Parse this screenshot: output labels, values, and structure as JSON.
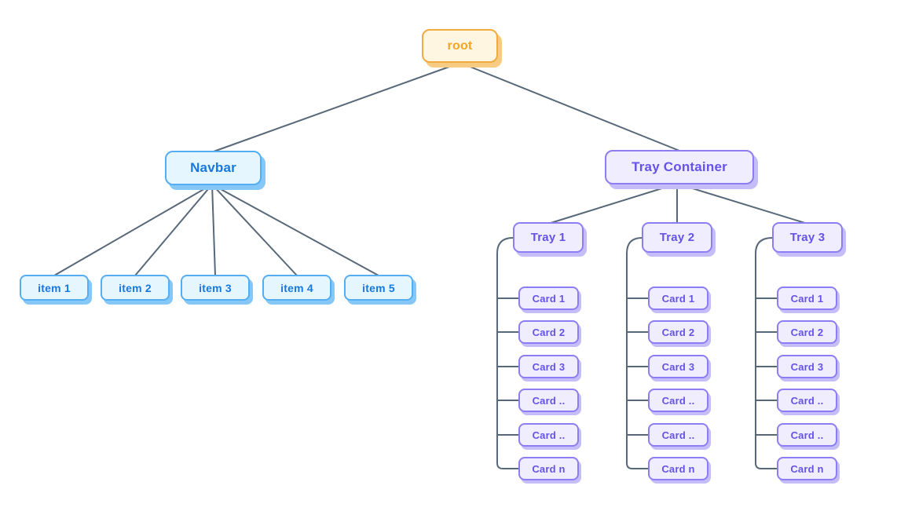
{
  "palette": {
    "background": "#ffffff",
    "line_color": "#576879",
    "yellow_node": {
      "bg": "#FEF6E1",
      "border": "#F2A93E",
      "text": "#F5A423",
      "shadow": "#F7CB81"
    },
    "blue_node": {
      "bg": "#E6F6FE",
      "border": "#55ADF2",
      "text": "#1778E0",
      "shadow": "#85C7F6"
    },
    "purple_node": {
      "bg": "#F0EEFE",
      "border": "#8D7DF5",
      "text": "#6553E8",
      "shadow": "#C5BDF8"
    }
  },
  "diagram": {
    "root": {
      "label": "root"
    },
    "navbar": {
      "label": "Navbar",
      "items": [
        {
          "label": "item 1"
        },
        {
          "label": "item 2"
        },
        {
          "label": "item 3"
        },
        {
          "label": "item 4"
        },
        {
          "label": "item 5"
        }
      ]
    },
    "tray_container": {
      "label": "Tray Container",
      "trays": [
        {
          "label": "Tray 1",
          "cards": [
            {
              "label": "Card 1"
            },
            {
              "label": "Card 2"
            },
            {
              "label": "Card 3"
            },
            {
              "label": "Card .."
            },
            {
              "label": "Card .."
            },
            {
              "label": "Card n"
            }
          ]
        },
        {
          "label": "Tray 2",
          "cards": [
            {
              "label": "Card 1"
            },
            {
              "label": "Card 2"
            },
            {
              "label": "Card 3"
            },
            {
              "label": "Card .."
            },
            {
              "label": "Card .."
            },
            {
              "label": "Card n"
            }
          ]
        },
        {
          "label": "Tray 3",
          "cards": [
            {
              "label": "Card 1"
            },
            {
              "label": "Card 2"
            },
            {
              "label": "Card 3"
            },
            {
              "label": "Card .."
            },
            {
              "label": "Card .."
            },
            {
              "label": "Card n"
            }
          ]
        }
      ]
    }
  }
}
